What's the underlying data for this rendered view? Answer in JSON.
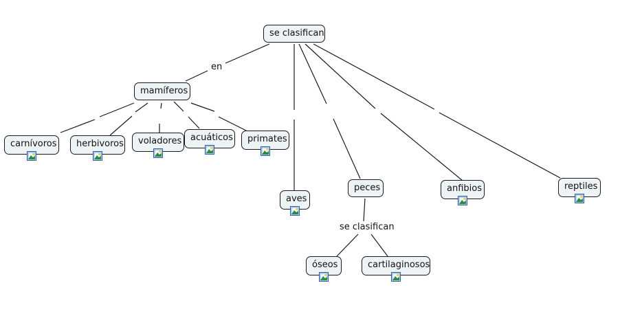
{
  "concept_map": {
    "root": {
      "label": "se clasifican"
    },
    "linking_phrases": {
      "root_to_mamiferos": "en",
      "peces_sub": "se clasifican"
    },
    "nodes": {
      "mamiferos": {
        "label": "mamíferos"
      },
      "carnivoros": {
        "label": "carnívoros",
        "has_image": true
      },
      "herbivoros": {
        "label": "herbivoros",
        "has_image": true
      },
      "voladores": {
        "label": "voladores",
        "has_image": true
      },
      "acuaticos": {
        "label": "acuáticos",
        "has_image": true
      },
      "primates": {
        "label": "primates",
        "has_image": true
      },
      "aves": {
        "label": "aves",
        "has_image": true
      },
      "peces": {
        "label": "peces"
      },
      "anfibios": {
        "label": "anfibios",
        "has_image": true
      },
      "reptiles": {
        "label": "reptiles",
        "has_image": true
      },
      "oseos": {
        "label": "óseos",
        "has_image": true
      },
      "cartilaginosos": {
        "label": "cartilaginosos",
        "has_image": true
      }
    },
    "icons": {
      "image_attachment": "image-icon"
    },
    "colors": {
      "node_fill": "#eef3f5",
      "node_border": "#1a1a1a",
      "line": "#1a1a1a"
    }
  }
}
